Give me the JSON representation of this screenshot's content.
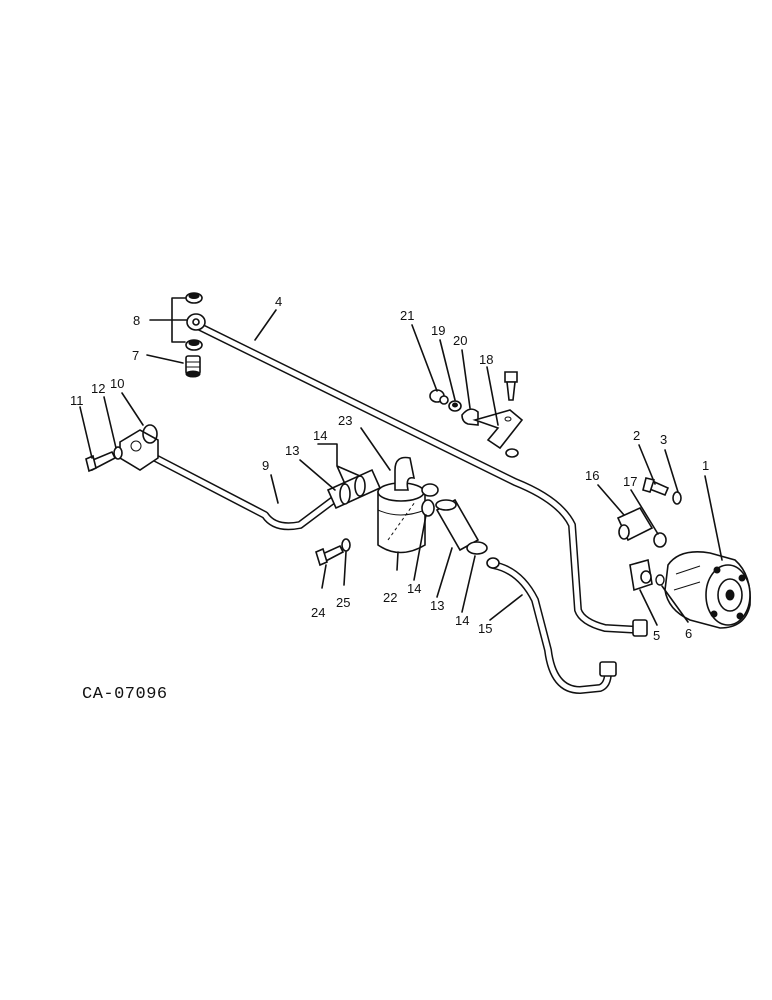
{
  "drawing_code": "CA-07096",
  "labels": {
    "l1": "1",
    "l2": "2",
    "l3": "3",
    "l4": "4",
    "l5": "5",
    "l6": "6",
    "l7": "7",
    "l8": "8",
    "l9": "9",
    "l10": "10",
    "l11": "11",
    "l12": "12",
    "l13a": "13",
    "l13b": "13",
    "l14a": "14",
    "l14b": "14",
    "l14c": "14",
    "l15": "15",
    "l16": "16",
    "l17": "17",
    "l18": "18",
    "l19": "19",
    "l20": "20",
    "l21": "21",
    "l22": "22",
    "l23": "23",
    "l24": "24",
    "l25": "25"
  }
}
